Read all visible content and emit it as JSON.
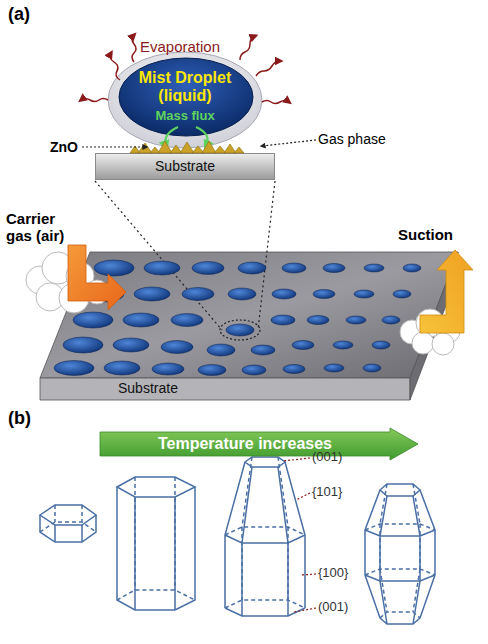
{
  "diagram": {
    "nodes": [
      {
        "text": [
          "Mist Droplet (liquid)",
          "Mass flux"
        ]
      },
      {
        "text": [
          "Substrate"
        ]
      },
      {
        "text": [
          "Substrate"
        ]
      },
      {
        "text": [
          "Temperature increases"
        ]
      }
    ],
    "labels": [
      "(a)",
      "Evaporation",
      "ZnO",
      "Gas phase",
      "Carrier gas (air)",
      "Suction",
      "(b)",
      "(001)",
      "{101}",
      "{100}",
      "(001)"
    ]
  }
}
